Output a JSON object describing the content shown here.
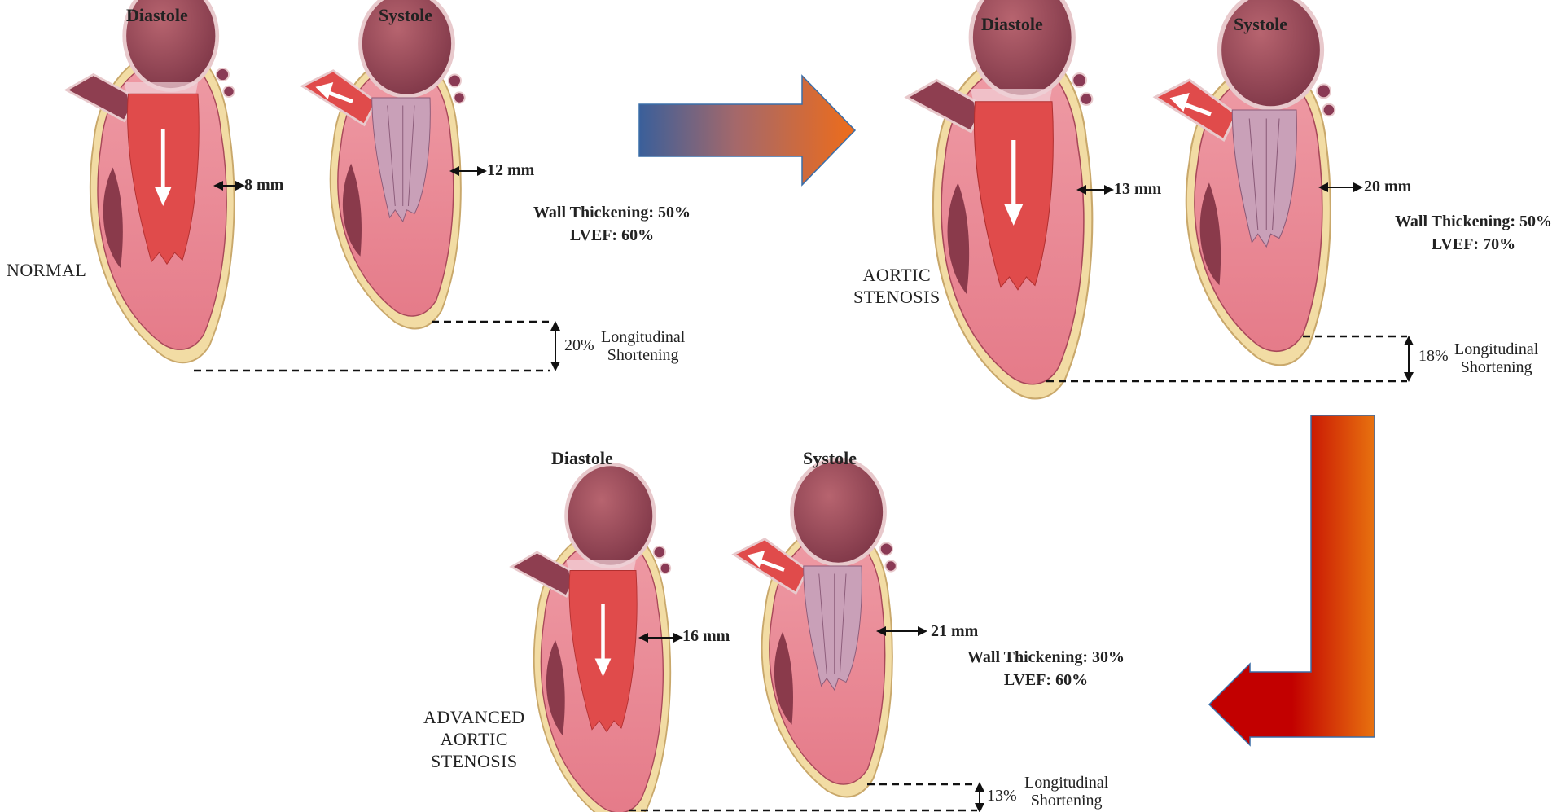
{
  "panels": [
    {
      "stage": [
        "NORMAL"
      ],
      "diastole_label": "Diastole",
      "systole_label": "Systole",
      "diastole_wall": "8 mm",
      "systole_wall": "12 mm",
      "wall_thickening": "Wall Thickening: 50%",
      "lvef": "LVEF: 60%",
      "shortening_pct": "20%",
      "shortening_label": [
        "Longitudinal",
        "Shortening"
      ]
    },
    {
      "stage": [
        "AORTIC",
        "STENOSIS"
      ],
      "diastole_label": "Diastole",
      "systole_label": "Systole",
      "diastole_wall": "13 mm",
      "systole_wall": "20 mm",
      "wall_thickening": "Wall Thickening: 50%",
      "lvef": "LVEF: 70%",
      "shortening_pct": "18%",
      "shortening_label": [
        "Longitudinal",
        "Shortening"
      ]
    },
    {
      "stage": [
        "ADVANCED",
        "AORTIC",
        "STENOSIS"
      ],
      "diastole_label": "Diastole",
      "systole_label": "Systole",
      "diastole_wall": "16 mm",
      "systole_wall": "21 mm",
      "wall_thickening": "Wall Thickening: 30%",
      "lvef": "LVEF: 60%",
      "shortening_pct": "13%",
      "shortening_label": [
        "Longitudinal",
        "Shortening"
      ]
    }
  ],
  "colors": {
    "myocardium": "#e8838f",
    "epicardium": "#f2dca4",
    "atrium": "#9c4a5a",
    "blood_flow": "#e04b4b",
    "valve": "#b58aa8",
    "arrow1_start": "#3a5f9a",
    "arrow1_end": "#ee6c1a",
    "arrow2_start": "#c20000",
    "arrow2_end": "#e8720f"
  },
  "icons": {
    "heart": "heart-diastole-icon",
    "heart_systole": "heart-systole-icon",
    "progression_arrow_right": "arrow-right-icon",
    "progression_arrow_down_left": "arrow-down-left-icon"
  }
}
